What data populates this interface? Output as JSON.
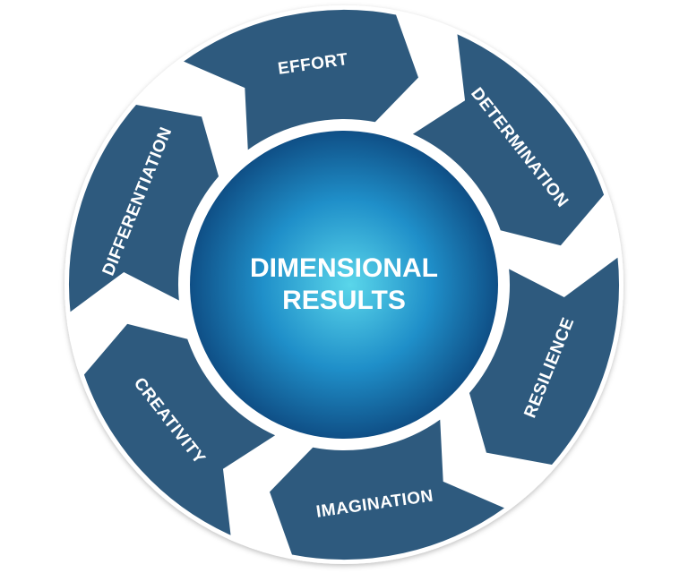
{
  "diagram": {
    "center": {
      "line1": "DIMENSIONAL",
      "line2": "RESULTS"
    },
    "segments": [
      {
        "label": "EFFORT"
      },
      {
        "label": "DETERMINATION"
      },
      {
        "label": "RESILIENCE"
      },
      {
        "label": "IMAGINATION"
      },
      {
        "label": "CREATIVITY"
      },
      {
        "label": "DIFFERENTIATION"
      }
    ],
    "colors": {
      "segment": "#2e5a7e",
      "segment_border": "#ffffff",
      "center_light": "#5ad6ea",
      "center_mid": "#1f8fc9",
      "center_dark": "#0f4f86"
    }
  }
}
